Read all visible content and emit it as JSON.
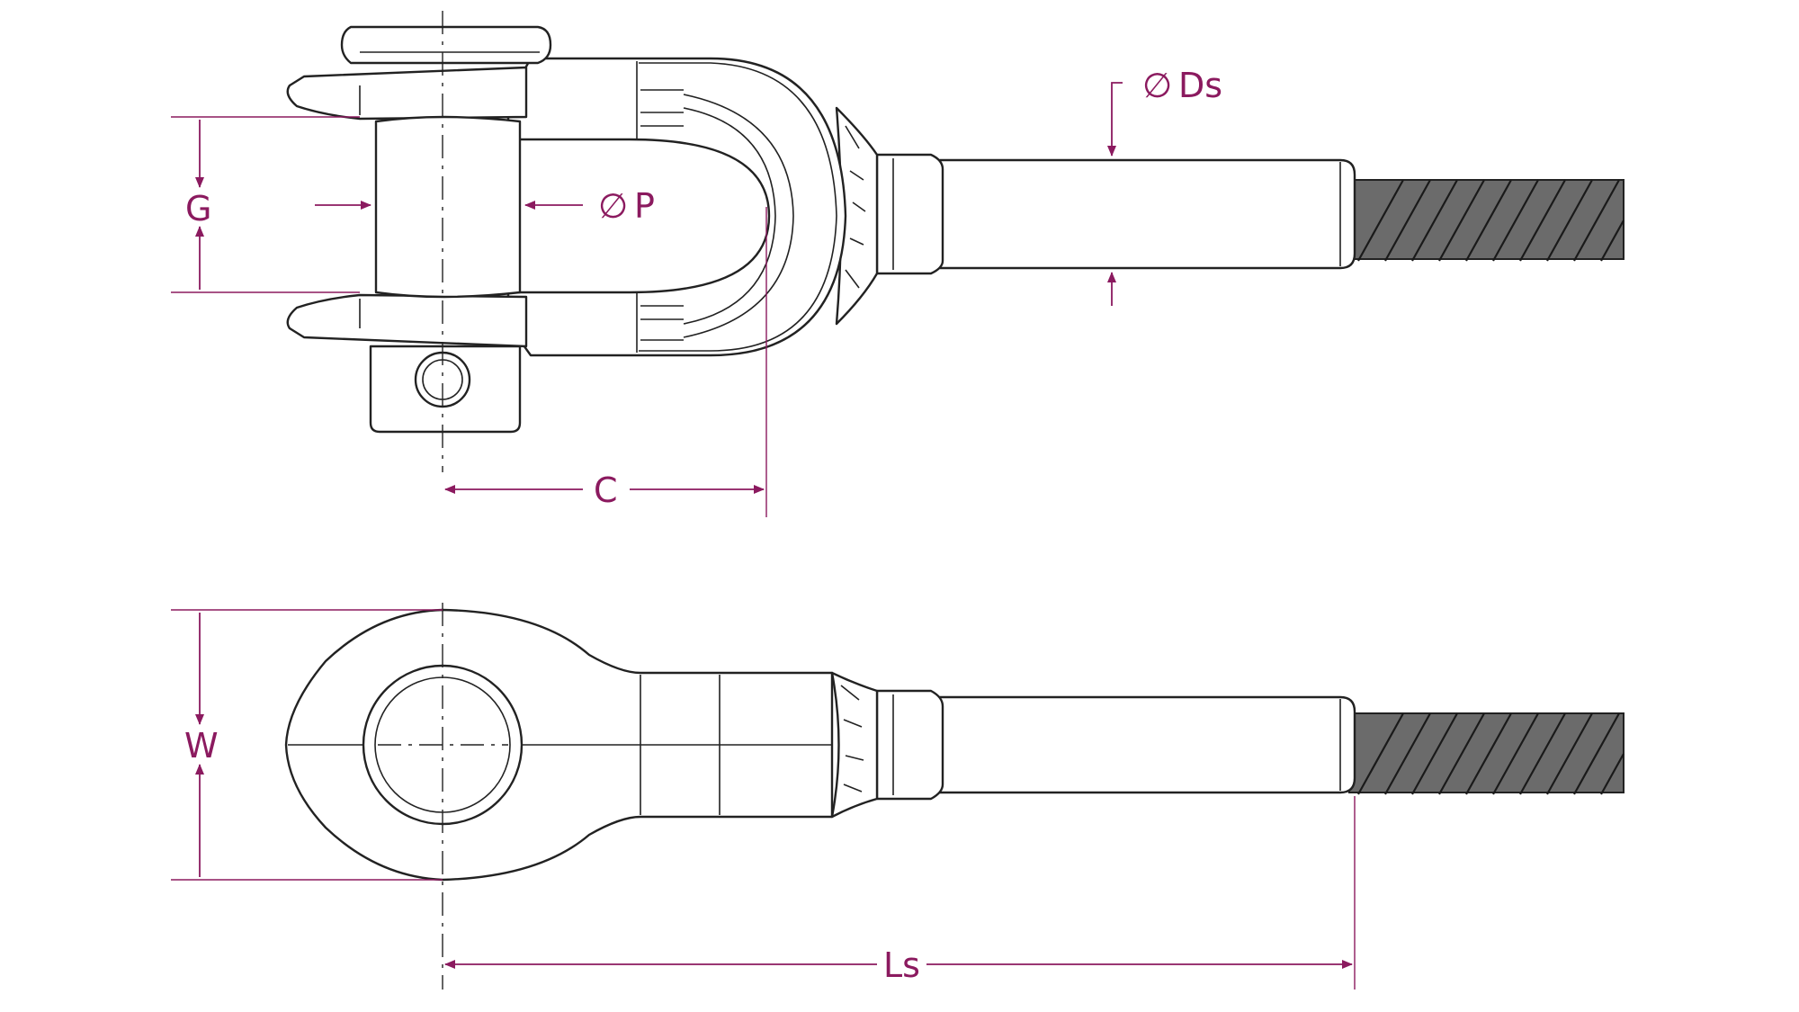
{
  "labels": {
    "G": "G",
    "P": "P",
    "C": "C",
    "Ds": "Ds",
    "W": "W",
    "Ls": "Ls",
    "diameter_symbol": "∅"
  },
  "colors": {
    "dimension": "#8b1a5f",
    "outline": "#222222",
    "rope": "#6b6b6b"
  }
}
